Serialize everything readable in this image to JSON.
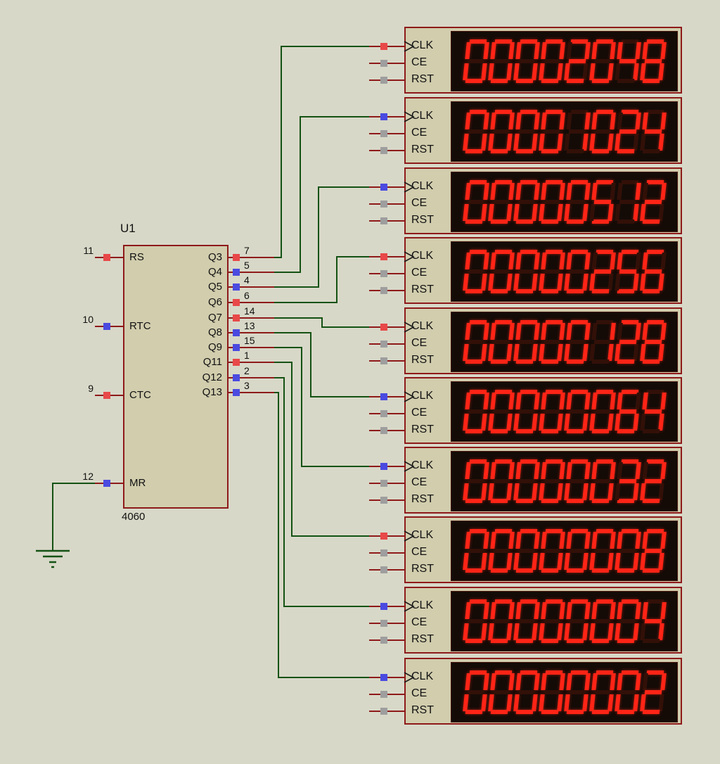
{
  "colors": {
    "canvas_bg": "#d8d8c8",
    "component_outline": "#8e1a1a",
    "component_fill": "#d1cdad",
    "wire": "#145214",
    "state_high": "#e84848",
    "state_low": "#4a4ae0",
    "state_floating": "#9e9e9e",
    "display_bg": "#140b07",
    "segment_on": "#ff2416",
    "segment_off": "#321008",
    "label_text": "#111111"
  },
  "chip": {
    "ref": "U1",
    "part": "4060",
    "left_pins": [
      {
        "number": "11",
        "label": "RS",
        "state": "high"
      },
      {
        "number": "10",
        "label": "RTC",
        "state": "low"
      },
      {
        "number": "9",
        "label": "CTC",
        "state": "high"
      },
      {
        "number": "12",
        "label": "MR",
        "state": "low"
      }
    ],
    "right_pins": [
      {
        "number": "7",
        "label": "Q3",
        "state": "high"
      },
      {
        "number": "5",
        "label": "Q4",
        "state": "low"
      },
      {
        "number": "4",
        "label": "Q5",
        "state": "low"
      },
      {
        "number": "6",
        "label": "Q6",
        "state": "high"
      },
      {
        "number": "14",
        "label": "Q7",
        "state": "high"
      },
      {
        "number": "13",
        "label": "Q8",
        "state": "low"
      },
      {
        "number": "15",
        "label": "Q9",
        "state": "low"
      },
      {
        "number": "1",
        "label": "Q11",
        "state": "high"
      },
      {
        "number": "2",
        "label": "Q12",
        "state": "low"
      },
      {
        "number": "3",
        "label": "Q13",
        "state": "low"
      }
    ]
  },
  "counter_pin_labels": [
    "CLK",
    "CE",
    "RST"
  ],
  "counters": [
    {
      "value": "00002048",
      "clk_state": "high",
      "ce_state": "floating",
      "rst_state": "floating"
    },
    {
      "value": "00001024",
      "clk_state": "low",
      "ce_state": "floating",
      "rst_state": "floating"
    },
    {
      "value": "00000512",
      "clk_state": "low",
      "ce_state": "floating",
      "rst_state": "floating"
    },
    {
      "value": "00000256",
      "clk_state": "high",
      "ce_state": "floating",
      "rst_state": "floating"
    },
    {
      "value": "00000128",
      "clk_state": "high",
      "ce_state": "floating",
      "rst_state": "floating"
    },
    {
      "value": "00000064",
      "clk_state": "low",
      "ce_state": "floating",
      "rst_state": "floating"
    },
    {
      "value": "00000032",
      "clk_state": "low",
      "ce_state": "floating",
      "rst_state": "floating"
    },
    {
      "value": "00000008",
      "clk_state": "high",
      "ce_state": "floating",
      "rst_state": "floating"
    },
    {
      "value": "00000004",
      "clk_state": "low",
      "ce_state": "floating",
      "rst_state": "floating"
    },
    {
      "value": "00000002",
      "clk_state": "low",
      "ce_state": "floating",
      "rst_state": "floating"
    }
  ],
  "connections": [
    {
      "from": "Q3",
      "to": "counter-1.CLK"
    },
    {
      "from": "Q4",
      "to": "counter-2.CLK"
    },
    {
      "from": "Q5",
      "to": "counter-3.CLK"
    },
    {
      "from": "Q6",
      "to": "counter-4.CLK"
    },
    {
      "from": "Q7",
      "to": "counter-5.CLK"
    },
    {
      "from": "Q8",
      "to": "counter-6.CLK"
    },
    {
      "from": "Q9",
      "to": "counter-7.CLK"
    },
    {
      "from": "Q11",
      "to": "counter-8.CLK"
    },
    {
      "from": "Q12",
      "to": "counter-9.CLK"
    },
    {
      "from": "Q13",
      "to": "counter-10.CLK"
    },
    {
      "from": "MR",
      "to": "GND"
    }
  ]
}
